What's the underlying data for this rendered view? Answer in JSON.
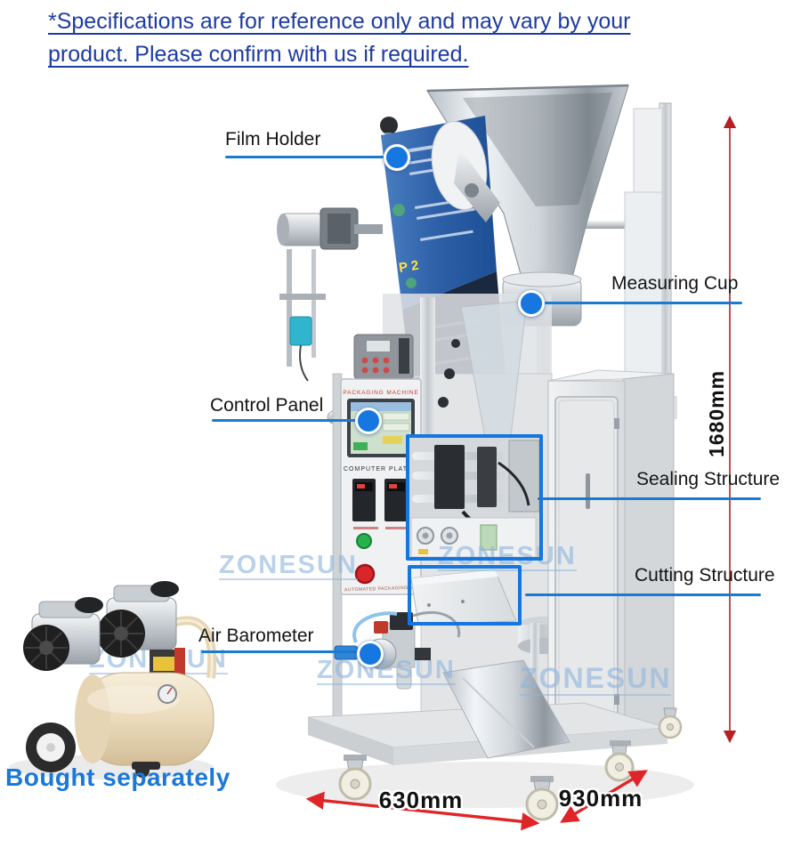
{
  "disclaimer": {
    "line1": "*Specifications are for reference only and may vary by your",
    "line2": "product. Please confirm with us if required."
  },
  "callouts": {
    "film_holder": "Film Holder",
    "measuring_cup": "Measuring Cup",
    "control_panel": "Control Panel",
    "sealing_structure": "Sealing Structure",
    "cutting_structure": "Cutting Structure",
    "air_barometer": "Air Barometer"
  },
  "dimensions": {
    "height": "1680mm",
    "base_width": "630mm",
    "base_depth": "930mm"
  },
  "footnote": {
    "bought_separately": "Bought separately"
  },
  "watermark": {
    "text": "ZONESUN"
  },
  "machine": {
    "panel_title": "PACKAGING MACHINE",
    "panel_row": "COMPUTER   PLATI",
    "panel_footer": "AUTOMATED PACKAGING MAC",
    "film_print": "P 2"
  },
  "colors": {
    "callout_blue": "#1a7ad2",
    "dot_blue": "#1677e0",
    "highlight_blue": "#1476e0",
    "dimension_red": "#e02528",
    "disclaimer_blue": "#1d3ca3",
    "bought_blue": "#1a78d8",
    "watermark_blue": "#8fb4dd"
  }
}
